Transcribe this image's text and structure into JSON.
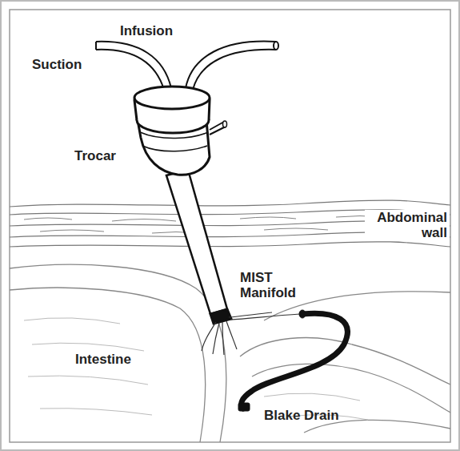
{
  "diagram": {
    "labels": [
      "Suction",
      "Infusion",
      "Trocar",
      "Abdominal wall",
      "MIST Manifold",
      "Intestine",
      "Blake Drain"
    ]
  }
}
